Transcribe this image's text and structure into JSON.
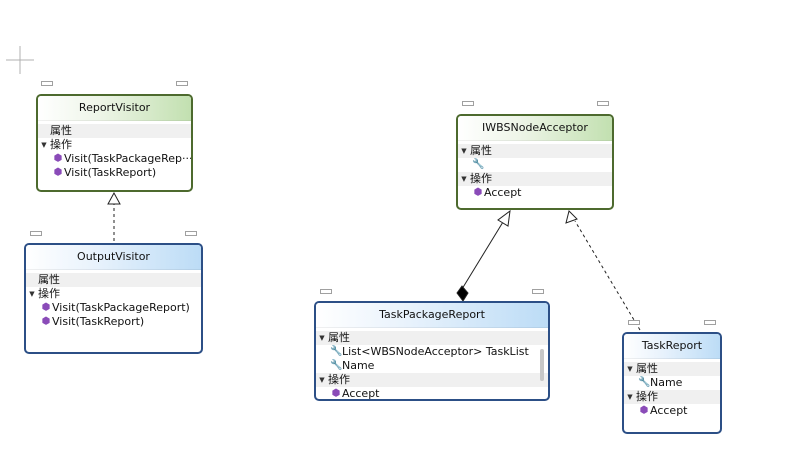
{
  "sections": {
    "attributes": "属性",
    "operations": "操作"
  },
  "classes": {
    "ReportVisitor": {
      "name": "ReportVisitor",
      "members": [
        "Visit(TaskPackageRep···",
        "Visit(TaskReport)"
      ]
    },
    "OutputVisitor": {
      "name": "OutputVisitor",
      "members": [
        "Visit(TaskPackageReport)",
        "Visit(TaskReport)"
      ]
    },
    "IWBSNodeAcceptor": {
      "name": "IWBSNodeAcceptor",
      "members": [
        "Accept"
      ]
    },
    "TaskPackageReport": {
      "name": "TaskPackageReport",
      "properties": [
        "List<WBSNodeAcceptor> TaskList",
        "Name"
      ],
      "members": [
        "Accept"
      ]
    },
    "TaskReport": {
      "name": "TaskReport",
      "properties": [
        "Name"
      ],
      "members": [
        "Accept"
      ]
    }
  },
  "icons": {
    "method": "method-cube-icon",
    "property": "property-wrench-icon",
    "expander": "expand-triangle-icon"
  },
  "colors": {
    "interface_border": "#4d6a2e",
    "class_border": "#2c4f86",
    "interface_header": "#c2e0b0",
    "class_header": "#bcdcf6",
    "method_icon": "#8a4bb8"
  }
}
